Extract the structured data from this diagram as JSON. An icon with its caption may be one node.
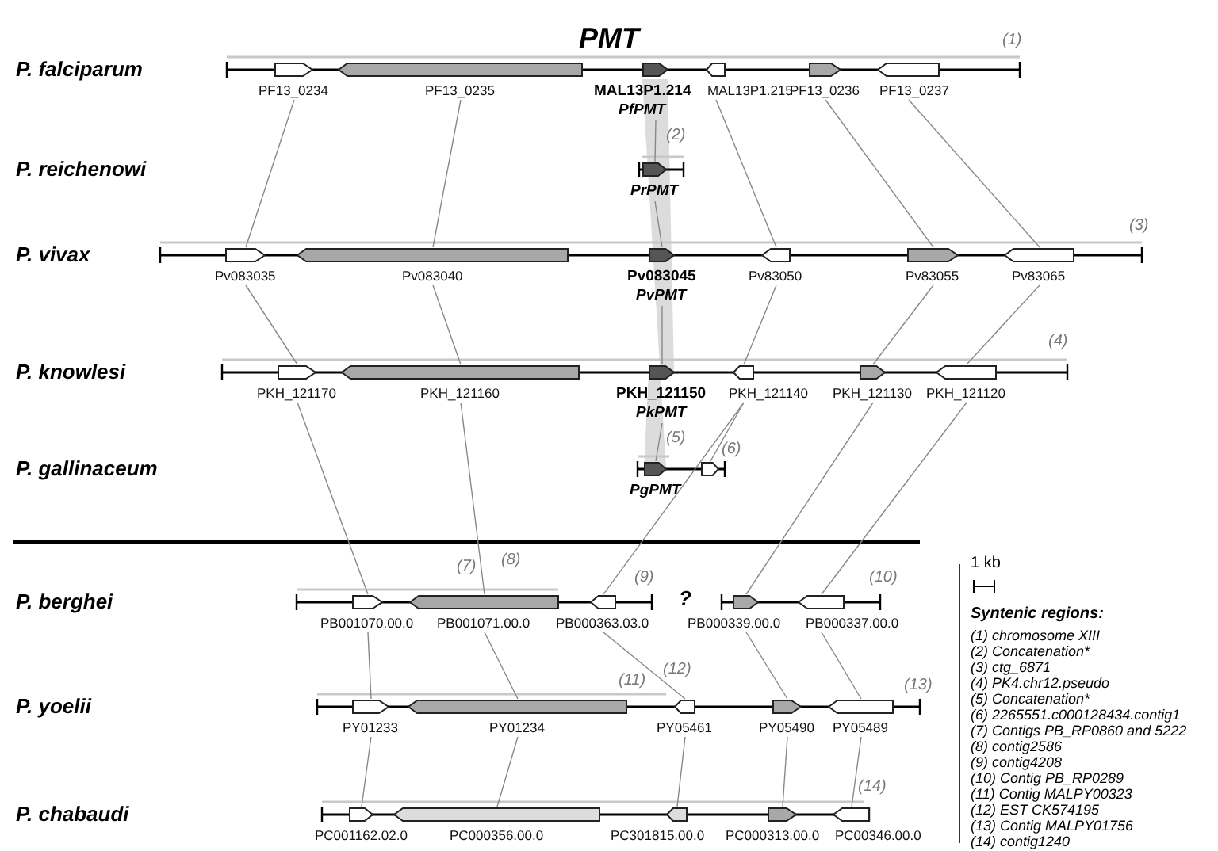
{
  "diagram": {
    "title": "PMT",
    "nodes": [
      {
        "text": [
          "PF13_0234"
        ]
      },
      {
        "text": [
          "PF13_0235"
        ]
      },
      {
        "text": [
          "MAL13P1.214",
          "PfPMT"
        ]
      },
      {
        "text": [
          "MAL13P1.215"
        ]
      },
      {
        "text": [
          "PF13_0236"
        ]
      },
      {
        "text": [
          "PF13_0237"
        ]
      },
      {
        "text": [
          "PrPMT"
        ]
      },
      {
        "text": [
          "Pv083035"
        ]
      },
      {
        "text": [
          "Pv083040"
        ]
      },
      {
        "text": [
          "Pv083045",
          "PvPMT"
        ]
      },
      {
        "text": [
          "Pv83050"
        ]
      },
      {
        "text": [
          "Pv83055"
        ]
      },
      {
        "text": [
          "Pv83065"
        ]
      },
      {
        "text": [
          "PKH_121170"
        ]
      },
      {
        "text": [
          "PKH_121160"
        ]
      },
      {
        "text": [
          "PKH_121150",
          "PkPMT"
        ]
      },
      {
        "text": [
          "PKH_121140"
        ]
      },
      {
        "text": [
          "PKH_121130"
        ]
      },
      {
        "text": [
          "PKH_121120"
        ]
      },
      {
        "text": [
          "PgPMT"
        ]
      },
      {
        "text": [],
        "shape": "arrow"
      },
      {
        "text": [
          "PB001070.00.0"
        ]
      },
      {
        "text": [
          "PB001071.00.0"
        ]
      },
      {
        "text": [
          "PB000363.03.0"
        ]
      },
      {
        "text": [
          "PB000339.00.0"
        ]
      },
      {
        "text": [
          "PB000337.00.0"
        ]
      },
      {
        "text": [
          "PY01233"
        ]
      },
      {
        "text": [
          "PY01234"
        ]
      },
      {
        "text": [
          "PY05461"
        ]
      },
      {
        "text": [
          "PY05490"
        ]
      },
      {
        "text": [
          "PY05489"
        ]
      },
      {
        "text": [
          "PC001162.02.0"
        ]
      },
      {
        "text": [
          "PC000356.00.0"
        ]
      },
      {
        "text": [
          "PC301815.00.0"
        ]
      },
      {
        "text": [
          "PC000313.00.0"
        ]
      },
      {
        "text": [
          "PC00346.00.0"
        ]
      }
    ],
    "edges": [
      {
        "from": 0,
        "to": 7,
        "arrow": "none"
      },
      {
        "from": 1,
        "to": 8,
        "arrow": "none"
      },
      {
        "from": 2,
        "to": 6,
        "arrow": "none"
      },
      {
        "from": 6,
        "to": 9,
        "arrow": "none"
      },
      {
        "from": 3,
        "to": 10,
        "arrow": "none"
      },
      {
        "from": 4,
        "to": 11,
        "arrow": "none"
      },
      {
        "from": 5,
        "to": 12,
        "arrow": "none"
      },
      {
        "from": 7,
        "to": 13,
        "arrow": "none"
      },
      {
        "from": 8,
        "to": 14,
        "arrow": "none"
      },
      {
        "from": 9,
        "to": 15,
        "arrow": "none"
      },
      {
        "from": 10,
        "to": 16,
        "arrow": "none"
      },
      {
        "from": 11,
        "to": 17,
        "arrow": "none"
      },
      {
        "from": 12,
        "to": 18,
        "arrow": "none"
      },
      {
        "from": 15,
        "to": 19,
        "arrow": "none"
      },
      {
        "from": 16,
        "to": 20,
        "arrow": "none"
      },
      {
        "from": 13,
        "to": 21,
        "arrow": "none"
      },
      {
        "from": 14,
        "to": 22,
        "arrow": "none"
      },
      {
        "from": 16,
        "to": 23,
        "arrow": "none"
      },
      {
        "from": 17,
        "to": 24,
        "arrow": "none"
      },
      {
        "from": 18,
        "to": 25,
        "arrow": "none"
      },
      {
        "from": 21,
        "to": 26,
        "arrow": "none"
      },
      {
        "from": 22,
        "to": 27,
        "arrow": "none"
      },
      {
        "from": 23,
        "to": 28,
        "arrow": "none"
      },
      {
        "from": 24,
        "to": 29,
        "arrow": "none"
      },
      {
        "from": 25,
        "to": 30,
        "arrow": "none"
      },
      {
        "from": 26,
        "to": 31,
        "arrow": "none"
      },
      {
        "from": 27,
        "to": 32,
        "arrow": "none"
      },
      {
        "from": 28,
        "to": 33,
        "arrow": "none"
      },
      {
        "from": 29,
        "to": 34,
        "arrow": "none"
      },
      {
        "from": 30,
        "to": 35,
        "arrow": "none"
      }
    ],
    "labels": [
      "P. falciparum",
      "(1)",
      "P. reichenowi",
      "(2)",
      "P. vivax",
      "(3)",
      "P. knowlesi",
      "(4)",
      "P. gallinaceum",
      "(5)",
      "(6)",
      "P. berghei",
      "(7)",
      "(8)",
      "(9)",
      "?",
      "(10)",
      "1 kb",
      "Syntenic regions:",
      "(1) chromosome XIII",
      "(2) Concatenation*",
      "(3) ctg_6871",
      "(4) PK4.chr12.pseudo",
      "(5) Concatenation*",
      "(6) 2265551.c000128434.contig1",
      "(7) Contigs PB_RP0860 and 5222",
      "(8) contig2586",
      "(9) contig4208",
      "(10) Contig PB_RP0289",
      "(11) Contig MALPY00323",
      "(12) EST CK574195",
      "(13) Contig MALPY01756",
      "(14) contig1240",
      "P. yoelii",
      "(11)",
      "(12)",
      "(13)",
      "P. chabaudi",
      "(14)"
    ]
  }
}
